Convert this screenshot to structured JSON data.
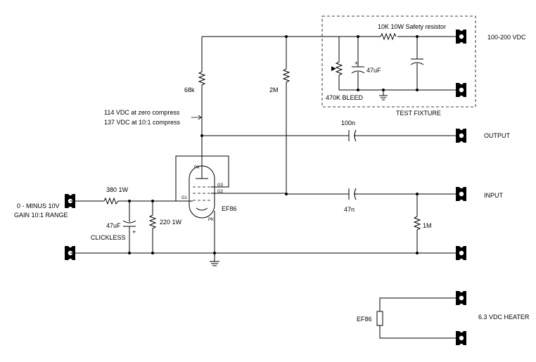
{
  "labels": {
    "safety_resistor": "10K 10W Safety resistor",
    "supply_voltage": "100-200 VDC",
    "fixture_cap": "47uF",
    "bleed": "470K BLEED",
    "test_fixture": "TEST FIXTURE",
    "plate_resistor": "68k",
    "screen_resistor": "2M",
    "note_zero": "114 VDC at zero compress",
    "note_ratio": "137 VDC at 10:1 compress",
    "output_cap": "100n",
    "output": "OUTPUT",
    "input": "INPUT",
    "input_cap": "47n",
    "grid_resistor": "1M",
    "tube_name": "EF86",
    "pin_pa": "PA",
    "pin_g3": "G3",
    "pin_g2": "G2",
    "pin_g1": "G1",
    "pin_pk": "PK",
    "control_range": "0 - MINUS 10V",
    "gain_range": "GAIN 10:1 RANGE",
    "series_resistor": "380 1W",
    "clickless_cap": "47uF",
    "clickless": "CLICKLESS",
    "shunt_resistor": "220 1W",
    "heater_tube": "EF86",
    "heater": "6.3 VDC HEATER"
  }
}
